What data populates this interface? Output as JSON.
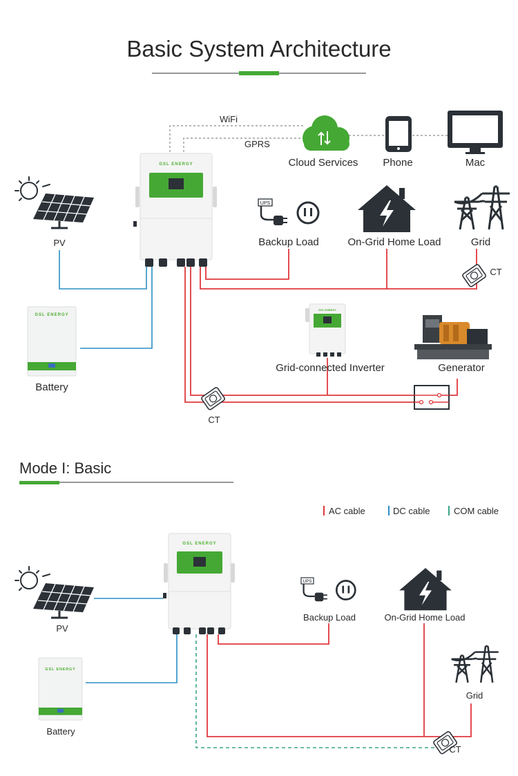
{
  "header": {
    "title": "Basic System Architecture"
  },
  "architecture": {
    "links": {
      "wifi": "WiFi",
      "gprs": "GPRS"
    },
    "devices": {
      "cloud": "Cloud Services",
      "phone": "Phone",
      "mac": "Mac",
      "pv": "PV",
      "battery": "Battery",
      "backup_load": "Backup Load",
      "home_load": "On-Grid Home Load",
      "grid": "Grid",
      "ct_top": "CT",
      "grid_inverter": "Grid-connected Inverter",
      "generator": "Generator",
      "ct_bottom": "CT"
    },
    "brand": "GSL ENERGY",
    "ups_tag": "UPS"
  },
  "mode": {
    "title": "Mode I: Basic",
    "legend": {
      "ac": "AC cable",
      "dc": "DC cable",
      "com": "COM cable"
    },
    "devices": {
      "pv": "PV",
      "battery": "Battery",
      "backup_load": "Backup Load",
      "home_load": "On-Grid Home Load",
      "grid": "Grid",
      "ct": "CT"
    }
  },
  "colors": {
    "ac": "#e0393e",
    "dc": "#2a8fc4",
    "com": "#3aa58a",
    "accent": "#45a834",
    "dark": "#2b3137"
  }
}
